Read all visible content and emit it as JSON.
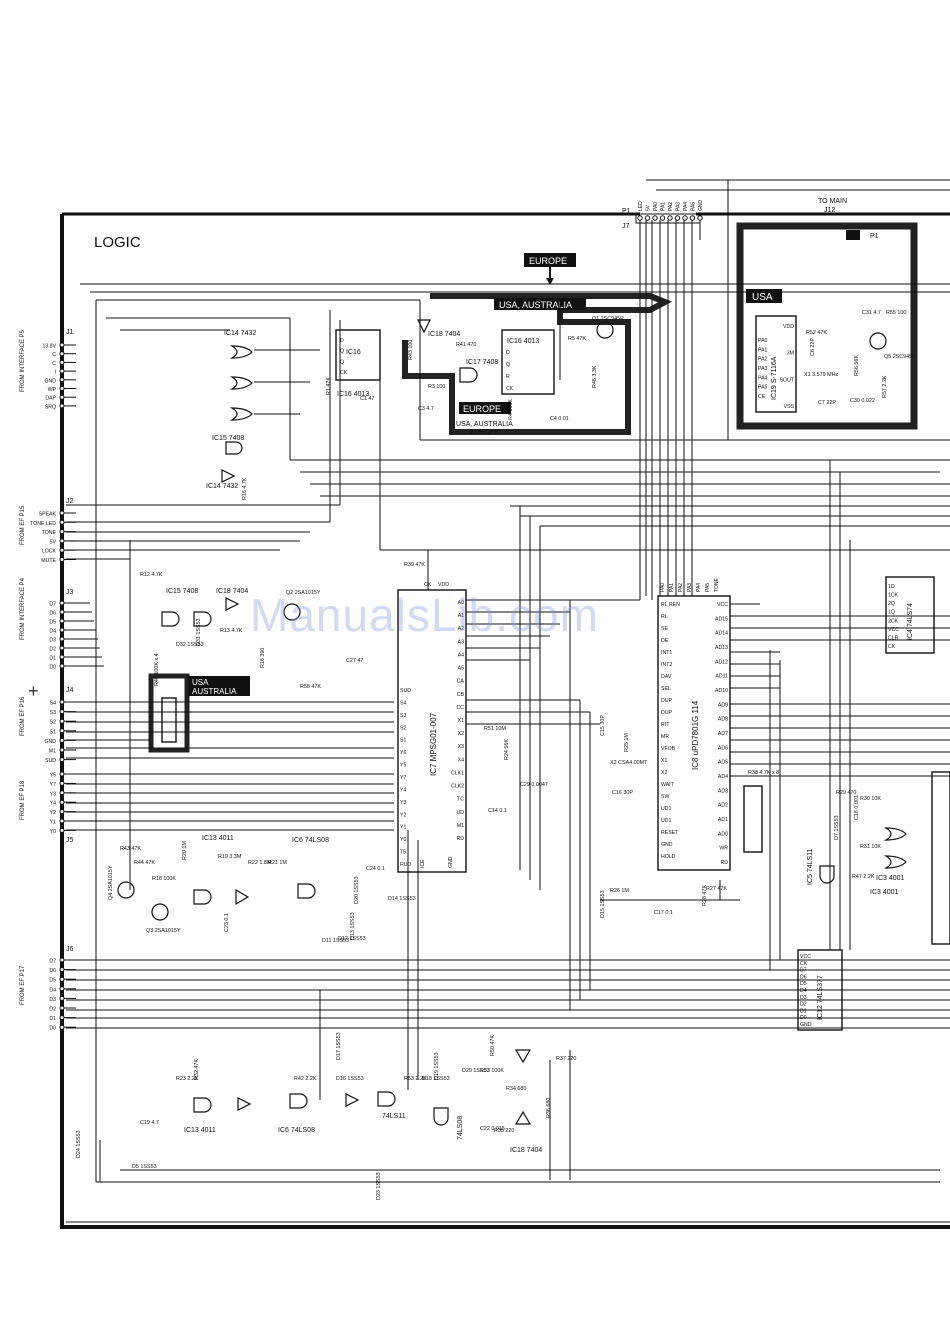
{
  "title": "LOGIC",
  "watermark": "ManualsLib.com",
  "crop_mark": "+",
  "region_labels": {
    "europe_top": "EUROPE",
    "usa_australia": "USA, AUSTRALIA",
    "europe_small": "EUROPE",
    "usa_australia_europe_1": "USA, AUSTRALIA",
    "usa_australia_europe_2": "EUROPE",
    "usa": "USA",
    "usa_box_1": "USA",
    "usa_box_2": "AUSTRALIA"
  },
  "to_main": {
    "label": "TO MAIN",
    "conn": "J12",
    "pin": "P1"
  },
  "side_labels": [
    "FROM INTERFACE P5",
    "FROM EF P15",
    "FROM INTERFACE P4",
    "FROM EF P16",
    "FROM EF P18",
    "FROM EF P17"
  ],
  "connectors": {
    "J1": {
      "name": "J1",
      "pins": [
        "13.8V",
        "C",
        "C",
        "I",
        "GND",
        "WP",
        "DAP",
        "SRQ"
      ]
    },
    "J2": {
      "name": "J2",
      "pins": [
        "SPEAK",
        "TONE LED",
        "TONE",
        "5V",
        "LOCK",
        "MUTE"
      ]
    },
    "J3": {
      "name": "J3",
      "pins": [
        "D7",
        "D6",
        "D5",
        "D4",
        "D3",
        "D2",
        "D1",
        "D0"
      ]
    },
    "J4": {
      "name": "J4",
      "pins": [
        "S4",
        "S3",
        "S2",
        "S1",
        "GND",
        "M1",
        "SUD"
      ]
    },
    "J5": {
      "name": "J5",
      "pins": [
        "Y5",
        "Y7",
        "Y3",
        "Y4",
        "Y2",
        "Y1",
        "Y0"
      ]
    },
    "J6": {
      "name": "J6",
      "pins": [
        "D7",
        "D6",
        "D5",
        "D4",
        "D3",
        "D2",
        "D1",
        "D0"
      ]
    },
    "J7": {
      "name": "J7",
      "top": "P1",
      "pins": [
        "LED",
        "5V",
        "PA0",
        "PA1",
        "PA2",
        "PA3",
        "PA4",
        "PA5",
        "GND"
      ]
    }
  },
  "ics": {
    "ic7": {
      "name": "IC7 MPSG01-007",
      "left_pins": [
        "SUD",
        "S4",
        "S3",
        "S2",
        "S1",
        "Y6",
        "Y5",
        "Y7",
        "Y4",
        "Y3",
        "Y2",
        "Y1",
        "Y0",
        "T5",
        "RUD"
      ],
      "right_pins": [
        "A0",
        "A1",
        "A2",
        "A3",
        "A4",
        "A5",
        "CA",
        "CB",
        "CC",
        "X1",
        "X2",
        "X3",
        "X4",
        "CLK1",
        "CLK2",
        "TC",
        "UD",
        "M1",
        "RD"
      ],
      "top_pins": [
        "CK",
        "VDD"
      ],
      "bottom_pins": [
        "ICE",
        "GND"
      ]
    },
    "ic8": {
      "name": "IC8 uPD7801G 114",
      "left_pins": [
        "RL REN",
        "RL",
        "SE",
        "DE",
        "INT1",
        "INT2",
        "DAV",
        "SEL",
        "DUP",
        "DUP",
        "RIT",
        "MR",
        "VFOB",
        "X1",
        "X2",
        "WAIT",
        "SW",
        "UD1",
        "UD1",
        "RESET",
        "GND",
        "HOLD"
      ],
      "right_pins": [
        "VCC",
        "AD15",
        "AD14",
        "AD13",
        "AD12",
        "AD11",
        "AD10",
        "AD9",
        "AD8",
        "AD7",
        "AD6",
        "AD5",
        "AD4",
        "AD3",
        "AD2",
        "AD1",
        "AD0",
        "WR",
        "RD"
      ],
      "top_pins": [
        "PA0",
        "PA1",
        "PA2",
        "PA3",
        "PA4",
        "PA5",
        "TONE"
      ]
    },
    "ic19": {
      "name": "IC19 S-7116A",
      "left_pins": [
        "PA0",
        "PA1",
        "PA2",
        "PA3",
        "PA4",
        "PA5",
        "CE"
      ],
      "right_pins": [
        "VDD",
        "3M",
        "SOUT",
        "VSS"
      ]
    },
    "ic16": {
      "name": "IC16",
      "sub": "IC16 4013",
      "pins": [
        "D",
        "Q",
        "Q",
        "CK"
      ]
    },
    "ic16b": {
      "name": "IC16 4013",
      "pins": [
        "D",
        "Q",
        "R",
        "CK"
      ]
    },
    "ic4": {
      "name": "IC4 74LS74",
      "pins": [
        "1D",
        "1CK",
        "2Q",
        "1Q",
        "2CK",
        "VCC",
        "CLR",
        "CK"
      ]
    },
    "ic12": {
      "name": "IC12 74LS377",
      "pins": [
        "VCC",
        "CK",
        "D7",
        "D6",
        "D5",
        "D4",
        "D3",
        "D2",
        "D1",
        "D0",
        "GND"
      ]
    },
    "ic3": {
      "name": "IC3",
      "sub": "IC3 4001"
    },
    "ic5": {
      "name": "IC5 74LS11"
    }
  },
  "gates": {
    "ic14_label": "IC14 7432",
    "ic14_2": "IC14",
    "ic15_label": "IC15 7408",
    "ic14_7432_b": "IC14 7432",
    "ic15_7408": "IC15 7408",
    "ic18_7404_a": "IC18 7404",
    "ic18_7404_top": "IC18 7404",
    "ic15": "IC15",
    "ic13_4011": "IC13 4011",
    "ic13": "IC13",
    "ic6_74ls08": "IC6 74LS08",
    "ic6": "IC6",
    "ic5": "IC5",
    "ic18": "IC18",
    "ic6_74ls08_b": "74LS08",
    "ic5_74ls11": "74LS11",
    "ic13_4011_b": "IC13 4011",
    "ic6_74ls08_c": "IC6 74LS08",
    "ic18_7404_b": "IC18 7404",
    "ic17": "IC17 7408",
    "ic3_4001": "IC3 4001"
  },
  "components": [
    "R1 47K",
    "C1 47",
    "R3 100",
    "R43 100",
    "C3 4.7",
    "R41 470",
    "R4 560K",
    "C4 0.01",
    "R5 47K",
    "R46 3.3K",
    "Q1 2SC945P",
    "R52 47K",
    "C6 22P",
    "X1 3.579 MHz",
    "C7 22P",
    "R56 56K",
    "C30 0.022",
    "Q5 2SC945P",
    "R57 2.2K",
    "R55 100",
    "C31 4.7",
    "R16 4.7K",
    "R12 4.7K",
    "D32 1SS53",
    "D31 1SS53",
    "R13 4.7K",
    "Q2 2SA1015Y",
    "R16 390",
    "R58 47K",
    "C27 47",
    "R40 100K x 4",
    "R39 47K",
    "R51 10M",
    "R24 56K",
    "C29 0.0047",
    "C14 0.1",
    "C15 30P",
    "X2 CSA4.00MT",
    "C16 30P",
    "R25 1M",
    "R38 4.7K x 8",
    "R26 1M",
    "D15 1SS53",
    "C17 0.1",
    "R27 47K",
    "R28 47K",
    "R29 470",
    "R30 10K",
    "C18 0.001",
    "R31 10K",
    "R47 2.2K",
    "D7 1SS53",
    "R43 47K",
    "R44 47K",
    "Q4 2SA1015Y",
    "R18 100K",
    "Q3 2SA1015Y",
    "R20 1M",
    "R19 3.3M",
    "R22 1.8M",
    "C23 0.1",
    "R21 1M",
    "C24 0.1",
    "D20 1SS53",
    "D11 1SS53",
    "D12 1SS53",
    "D13 1SS53",
    "D14 1SS53",
    "R23 2.2K",
    "R32 47K",
    "C19 4.7",
    "D5 1SS53",
    "D24 1SS53",
    "R42 2.2K",
    "D16 1SS53",
    "D17 1SS53",
    "R53 2.2K",
    "D18 1SS53",
    "D19 1SS53",
    "D20 1SS53",
    "R33 100K",
    "R50 47K",
    "R34 680",
    "R35 220",
    "R36 680",
    "R37 220",
    "C22 0.015",
    "D23 1SS53"
  ]
}
